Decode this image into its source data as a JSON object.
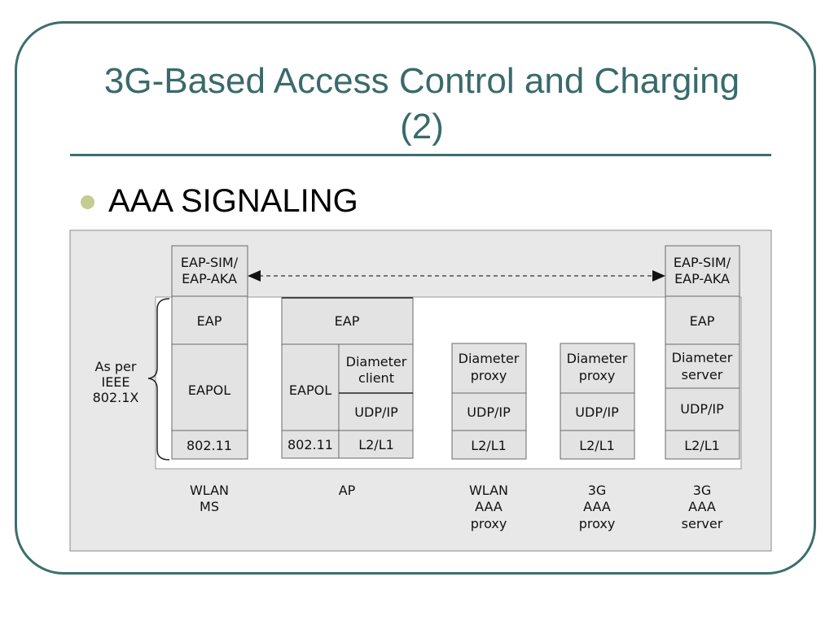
{
  "slide": {
    "title_line1": "3G-Based Access Control and Charging",
    "title_line2": "(2)",
    "bullet": "AAA SIGNALING"
  },
  "diagram": {
    "side_label": [
      "As per",
      "IEEE",
      "802.1X"
    ],
    "ms": {
      "eap_method": [
        "EAP-SIM/",
        "EAP-AKA"
      ],
      "eap": "EAP",
      "eapol": "EAPOL",
      "link": "802.11",
      "caption": [
        "WLAN",
        "MS"
      ]
    },
    "ap": {
      "eap": "EAP",
      "eapol": "EAPOL",
      "diameter": [
        "Diameter",
        "client"
      ],
      "transport": "UDP/IP",
      "link_left": "802.11",
      "link_right": "L2/L1",
      "caption": [
        "AP"
      ]
    },
    "wlan_proxy": {
      "diameter": [
        "Diameter",
        "proxy"
      ],
      "transport": "UDP/IP",
      "link": "L2/L1",
      "caption": [
        "WLAN",
        "AAA",
        "proxy"
      ]
    },
    "g3_proxy": {
      "diameter": [
        "Diameter",
        "proxy"
      ],
      "transport": "UDP/IP",
      "link": "L2/L1",
      "caption": [
        "3G",
        "AAA",
        "proxy"
      ]
    },
    "server": {
      "eap_method": [
        "EAP-SIM/",
        "EAP-AKA"
      ],
      "eap": "EAP",
      "diameter": [
        "Diameter",
        "server"
      ],
      "transport": "UDP/IP",
      "link": "L2/L1",
      "caption": [
        "3G",
        "AAA",
        "server"
      ]
    }
  },
  "colors": {
    "accent": "#3d6e6e",
    "bullet": "#c4cc91",
    "panel": "#e8e8e8",
    "box": "#e3e3e3"
  }
}
